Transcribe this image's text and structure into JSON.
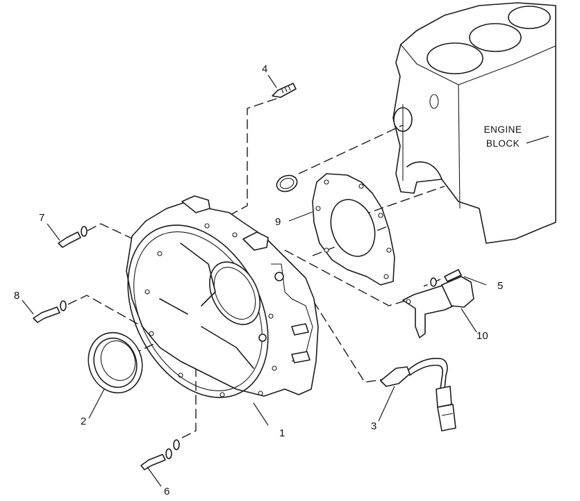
{
  "diagram": {
    "block_label_line1": "ENGINE",
    "block_label_line2": "BLOCK",
    "callouts": [
      {
        "id": "1"
      },
      {
        "id": "2"
      },
      {
        "id": "3"
      },
      {
        "id": "4"
      },
      {
        "id": "5"
      },
      {
        "id": "6"
      },
      {
        "id": "7"
      },
      {
        "id": "8"
      },
      {
        "id": "9"
      },
      {
        "id": "10"
      }
    ]
  }
}
